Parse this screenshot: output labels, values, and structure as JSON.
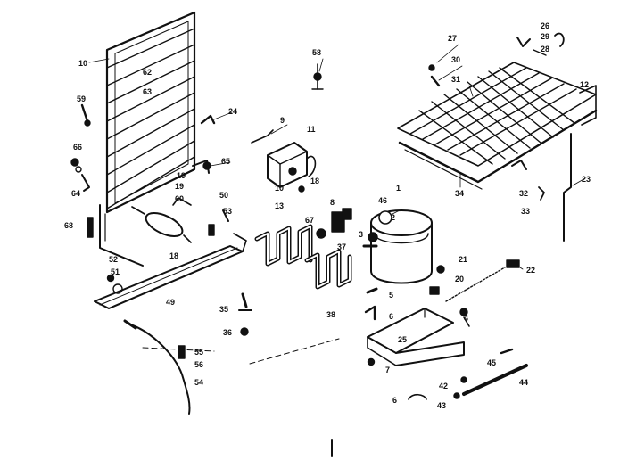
{
  "diagram": {
    "background": "#ffffff",
    "line_color": "#111111",
    "fill_color": "#1a1a1a",
    "callouts": [
      {
        "id": "c10a",
        "text": "10"
      },
      {
        "id": "c62",
        "text": "62"
      },
      {
        "id": "c63",
        "text": "63"
      },
      {
        "id": "c59",
        "text": "59"
      },
      {
        "id": "c24",
        "text": "24"
      },
      {
        "id": "c66",
        "text": "66"
      },
      {
        "id": "c64",
        "text": "64"
      },
      {
        "id": "c65",
        "text": "65"
      },
      {
        "id": "c19a",
        "text": "19"
      },
      {
        "id": "c60",
        "text": "60"
      },
      {
        "id": "c68",
        "text": "68"
      },
      {
        "id": "c18a",
        "text": "18"
      },
      {
        "id": "c50",
        "text": "50"
      },
      {
        "id": "c53",
        "text": "53"
      },
      {
        "id": "c52",
        "text": "52"
      },
      {
        "id": "c51",
        "text": "51"
      },
      {
        "id": "c49",
        "text": "49"
      },
      {
        "id": "c55",
        "text": "55"
      },
      {
        "id": "c56",
        "text": "56"
      },
      {
        "id": "c54",
        "text": "54"
      },
      {
        "id": "c58",
        "text": "58"
      },
      {
        "id": "c9",
        "text": "9"
      },
      {
        "id": "c11",
        "text": "11"
      },
      {
        "id": "c10b",
        "text": "10"
      },
      {
        "id": "c18b",
        "text": "18"
      },
      {
        "id": "c13",
        "text": "13"
      },
      {
        "id": "c8",
        "text": "8"
      },
      {
        "id": "c46",
        "text": "46"
      },
      {
        "id": "c1",
        "text": "1"
      },
      {
        "id": "c2",
        "text": "2"
      },
      {
        "id": "c67",
        "text": "67"
      },
      {
        "id": "c37",
        "text": "37"
      },
      {
        "id": "c3",
        "text": "3"
      },
      {
        "id": "c5",
        "text": "5"
      },
      {
        "id": "c35",
        "text": "35"
      },
      {
        "id": "c36",
        "text": "36"
      },
      {
        "id": "c38",
        "text": "38"
      },
      {
        "id": "c6a",
        "text": "6"
      },
      {
        "id": "c27",
        "text": "27"
      },
      {
        "id": "c30",
        "text": "30"
      },
      {
        "id": "c31a",
        "text": "31"
      },
      {
        "id": "c26",
        "text": "26"
      },
      {
        "id": "c29",
        "text": "29"
      },
      {
        "id": "c28",
        "text": "28"
      },
      {
        "id": "c12",
        "text": "12"
      },
      {
        "id": "c34",
        "text": "34"
      },
      {
        "id": "c32",
        "text": "32"
      },
      {
        "id": "c33",
        "text": "33"
      },
      {
        "id": "c23",
        "text": "23"
      },
      {
        "id": "c21",
        "text": "21"
      },
      {
        "id": "c20",
        "text": "20"
      },
      {
        "id": "c22",
        "text": "22"
      },
      {
        "id": "c25",
        "text": "25"
      },
      {
        "id": "c4",
        "text": "4"
      },
      {
        "id": "c7",
        "text": "7"
      },
      {
        "id": "c45",
        "text": "45"
      },
      {
        "id": "c44",
        "text": "44"
      },
      {
        "id": "c42",
        "text": "42"
      },
      {
        "id": "c43",
        "text": "43"
      },
      {
        "id": "c6b",
        "text": "6"
      },
      {
        "id": "c19b",
        "text": "19"
      }
    ]
  }
}
